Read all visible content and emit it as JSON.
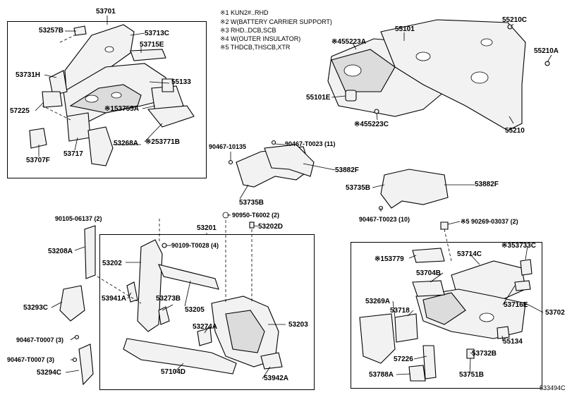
{
  "notes": [
    "※1 KUN2#..RHD",
    "※2 W(BATTERY CARRIER SUPPORT)",
    "※3 RHD..DCB,SCB",
    "※4 W(OUTER INSULATOR)",
    "※5 THDCB,THSCB,XTR"
  ],
  "labels": {
    "p53701": "53701",
    "p53257b": "53257B",
    "p53713c": "53713C",
    "p53715e": "53715E",
    "p53731h": "53731H",
    "p55133": "55133",
    "p57225": "57225",
    "p53755a": "※153755A",
    "p53268a": "53268A",
    "p53771b": "※253771B",
    "p53707f": "53707F",
    "p53717": "53717",
    "p55101": "55101",
    "p55210c": "55210C",
    "p55223a": "※455223A",
    "p55210a": "55210A",
    "p55101e": "55101E",
    "p55223c": "※455223C",
    "p55210": "55210",
    "p90467_10135": "90467-10135",
    "p90467_t0023_11": "90467-T0023 (11)",
    "p53882f_1": "53882F",
    "p53735b_1": "53735B",
    "p53735b_2": "53735B",
    "p53882f_2": "53882F",
    "p90467_t0023_10": "90467-T0023 (10)",
    "p90105": "90105-06137 (2)",
    "p90950": "90950-T6002 (2)",
    "p53201": "53201",
    "p53202d": "53202D",
    "p53208a": "53208A",
    "p90109": "90109-T0028 (4)",
    "p53202": "53202",
    "p53941a": "53941A",
    "p53273b": "53273B",
    "p53205": "53205",
    "p53293c": "53293C",
    "p53274a": "53274A",
    "p53203": "53203",
    "p90467_t0007_a": "90467-T0007 (3)",
    "p90467_t0007_b": "90467-T0007 (3)",
    "p53294c": "53294C",
    "p57104d": "57104D",
    "p53942a": "53942A",
    "p90269": "※5 90269-03037 (2)",
    "p53733c": "※353733C",
    "p53779": "※153779",
    "p53714c": "53714C",
    "p53704b": "53704B",
    "p53269a": "53269A",
    "p53718": "53718",
    "p53716e": "53716E",
    "p53702": "53702",
    "p55134": "55134",
    "p57226": "57226",
    "p53732b": "53732B",
    "p53788a": "53788A",
    "p53751b": "53751B"
  },
  "diagram_id": "533494C"
}
